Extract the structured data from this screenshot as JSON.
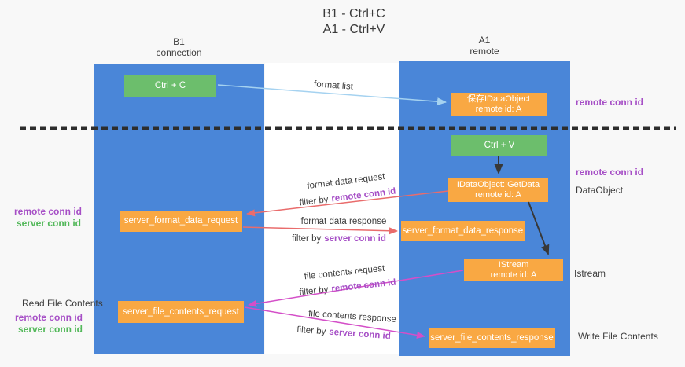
{
  "title": {
    "line1": "B1 - Ctrl+C",
    "line2": "A1 - Ctrl+V"
  },
  "columns": {
    "left": {
      "name": "B1",
      "role": "connection"
    },
    "right": {
      "name": "A1",
      "role": "remote"
    }
  },
  "nodes": {
    "ctrl_c": "Ctrl + C",
    "save_dataobject_line1": "保存IDataObject",
    "save_dataobject_line2": "remote id: A",
    "ctrl_v": "Ctrl + V",
    "getdata_line1": "IDataObject::GetData",
    "getdata_line2": "remote id: A",
    "server_format_data_request": "server_format_data_request",
    "server_format_data_response": "server_format_data_response",
    "istream_line1": "IStream",
    "istream_line2": "remote id: A",
    "server_file_contents_request": "server_file_contents_request",
    "server_file_contents_response": "server_file_contents_response"
  },
  "edge_labels": {
    "format_list": "format list",
    "format_data_request": "format data request",
    "format_data_response": "format data response",
    "file_contents_request": "file contents request",
    "file_contents_response": "file contents response",
    "filter_by": "filter by",
    "remote_conn_id": "remote conn id",
    "server_conn_id": "server conn id"
  },
  "side_labels": {
    "left": {
      "remote_conn_id": "remote conn id",
      "server_conn_id": "server conn id",
      "read_file_contents": "Read File Contents"
    },
    "right": {
      "remote_conn_id_top": "remote conn id",
      "remote_conn_id_mid": "remote conn id",
      "dataobject": "DataObject",
      "istream": "Istream",
      "write_file_contents": "Write File Contents"
    }
  },
  "colors": {
    "column_blue": "#4a86d8",
    "box_orange": "#f9a843",
    "box_green": "#6cbe6c",
    "arrow_light_blue": "#a5d2f0",
    "arrow_red": "#e96c6c",
    "arrow_magenta": "#d44fc8",
    "text_purple": "#a64fc6",
    "text_green": "#53b85a",
    "dashed_line": "#2d2d2d"
  }
}
